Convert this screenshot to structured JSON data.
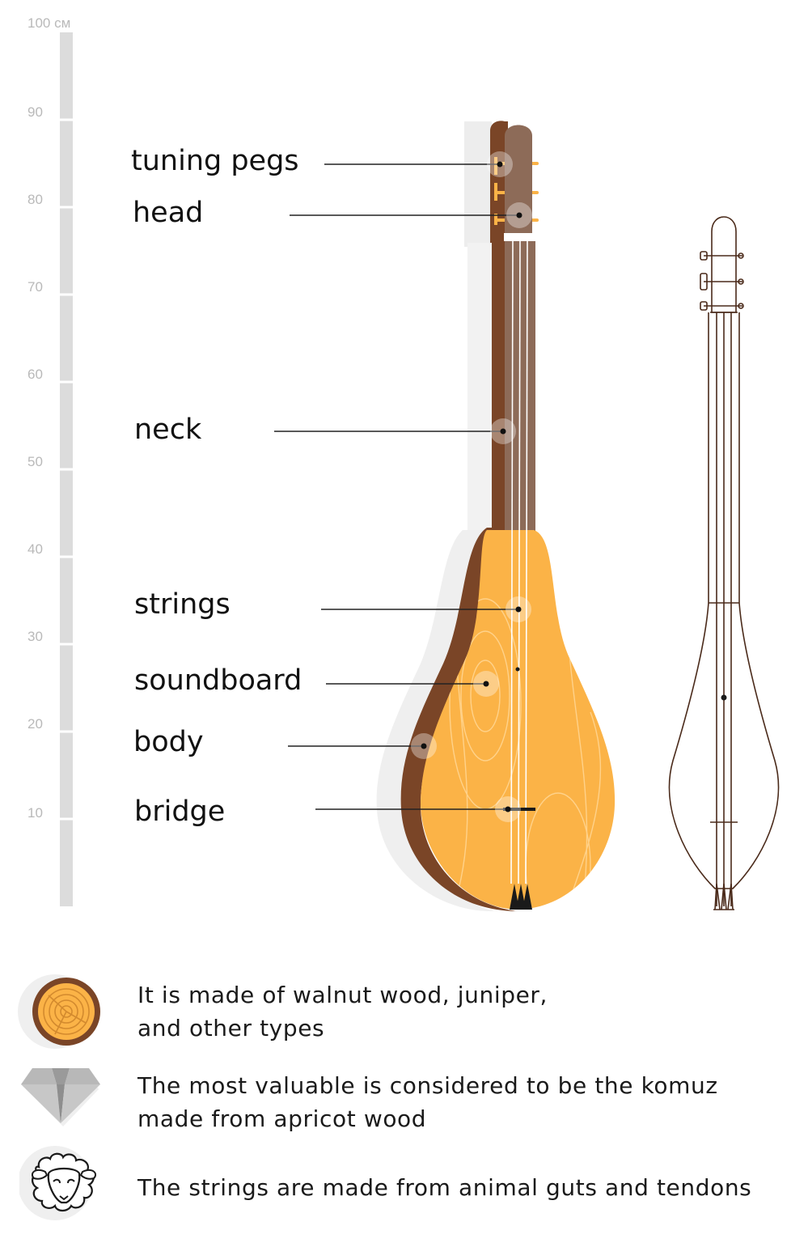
{
  "scale": {
    "unit_label": "100 см",
    "ticks": [
      "90",
      "80",
      "70",
      "60",
      "50",
      "40",
      "30",
      "20",
      "10"
    ]
  },
  "parts": [
    {
      "id": "tuning-pegs",
      "label": "tuning pegs"
    },
    {
      "id": "head",
      "label": "head"
    },
    {
      "id": "neck",
      "label": "neck"
    },
    {
      "id": "strings",
      "label": "strings"
    },
    {
      "id": "soundboard",
      "label": "soundboard"
    },
    {
      "id": "body",
      "label": "body"
    },
    {
      "id": "bridge",
      "label": "bridge"
    }
  ],
  "facts": [
    {
      "icon": "wood-slice-icon",
      "text": "It is made of walnut wood, juniper,\nand other types"
    },
    {
      "icon": "diamond-icon",
      "text": "The most valuable is considered to be the komuz\nmade from apricot wood"
    },
    {
      "icon": "sheep-icon",
      "text": "The strings are made from animal guts and tendons"
    }
  ],
  "colors": {
    "body_front": "#FBB347",
    "body_side": "#7A4527",
    "neck": "#8D6B58",
    "scale_bar": "#DCDCDC",
    "outline": "#4A2A1A"
  }
}
